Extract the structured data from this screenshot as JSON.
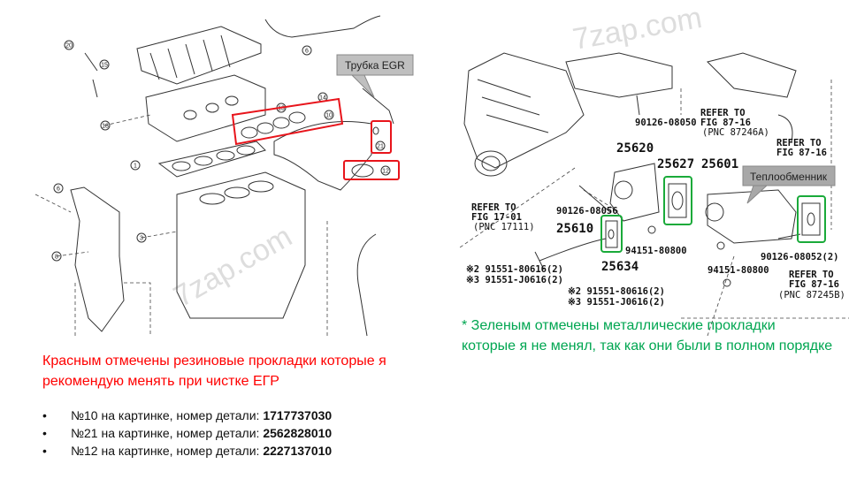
{
  "left_diagram": {
    "watermark": "7zap.com",
    "callout": "Трубка EGR",
    "callout_numbers": [
      "20",
      "15",
      "6",
      "18",
      "13",
      "14",
      "10",
      "21",
      "12",
      "1",
      "6",
      "3",
      "8"
    ],
    "highlight_color": "#e8141b"
  },
  "right_diagram": {
    "watermark": "7zap.com",
    "callout": "Теплообменник",
    "highlight_color": "#1aaa3a",
    "labels": {
      "p90126_08050": "90126-08050",
      "refer_a_1": "REFER TO",
      "refer_a_2": "FIG 87-16",
      "refer_a_3": "(PNC 87246A)",
      "refer_b_1": "REFER TO",
      "refer_b_2": "FIG 87-16",
      "p25620": "25620",
      "p25627": "25627",
      "p25601": "25601",
      "refer_c_1": "REFER TO",
      "refer_c_2": "FIG 17-01",
      "refer_c_3": "(PNC 17111)",
      "p90126_08056": "90126-08056",
      "p25610": "25610",
      "p25634": "25634",
      "p94151_80800_a": "94151-80800",
      "p94151_80800_b": "94151-80800",
      "p90126_08052": "90126-08052(2)",
      "refer_d_1": "REFER TO",
      "refer_d_2": "FIG 87-16",
      "refer_d_3": "(PNC 87245B)",
      "p91551_a1": "※2 91551-80616(2)",
      "p91551_a2": "※3 91551-J0616(2)",
      "p91551_b1": "※2 91551-80616(2)",
      "p91551_b2": "※3 91551-J0616(2)"
    }
  },
  "red_note": "Красным отмечены резиновые прокладки которые я рекомендую менять при чистке ЕГР",
  "green_note": "* Зеленым отмечены металлические прокладки которые я не менял, так как они были в полном порядке",
  "parts": [
    {
      "text": "№10 на картинке, номер детали: ",
      "part_number": "1717737030"
    },
    {
      "text": "№21 на картинке, номер детали: ",
      "part_number": "2562828010"
    },
    {
      "text": "№12 на картинке, номер детали: ",
      "part_number": "2227137010"
    }
  ]
}
